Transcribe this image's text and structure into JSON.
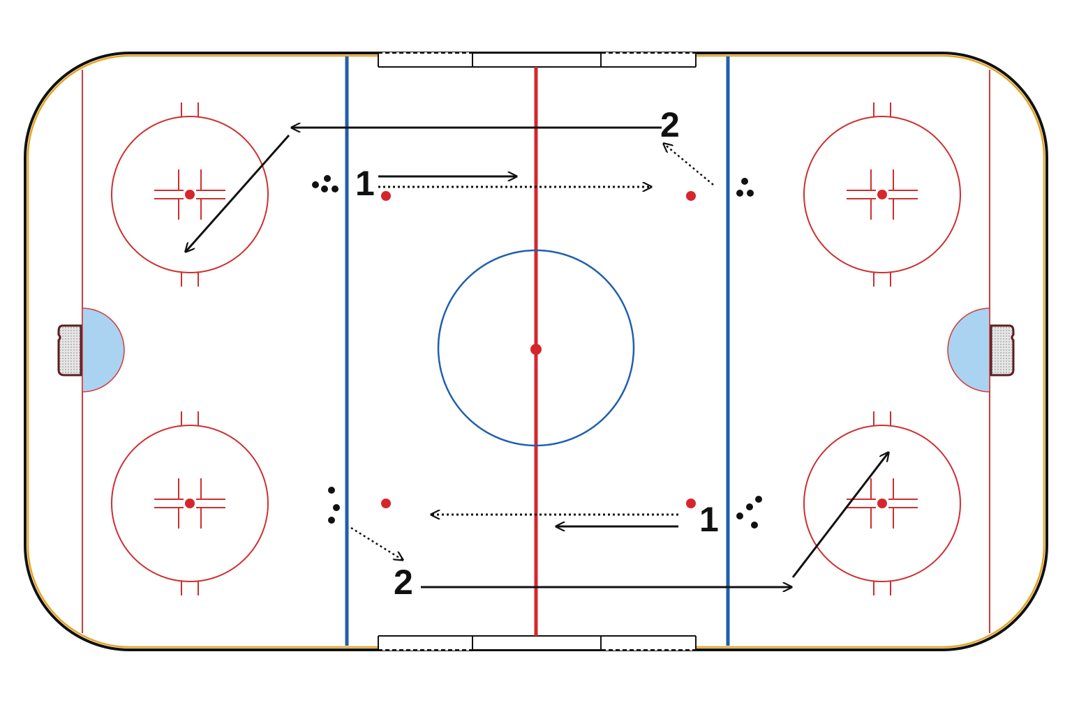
{
  "diagram": {
    "colors": {
      "board": "#111111",
      "kickplate": "#e8a21a",
      "red_line": "#d6262b",
      "blue_line": "#1f5fae",
      "goal_line": "#d43a3a",
      "circle": "#cf2e2e",
      "center_circle": "#1f5fae",
      "crease": "#a9d3f0",
      "player": "#111111",
      "arrow": "#111111"
    },
    "labels": {
      "top_left_1": "1",
      "top_right_2": "2",
      "bottom_right_1": "1",
      "bottom_left_2": "2"
    },
    "icons": {
      "players": "player-dot-icon",
      "net": "goal-net-icon"
    }
  }
}
